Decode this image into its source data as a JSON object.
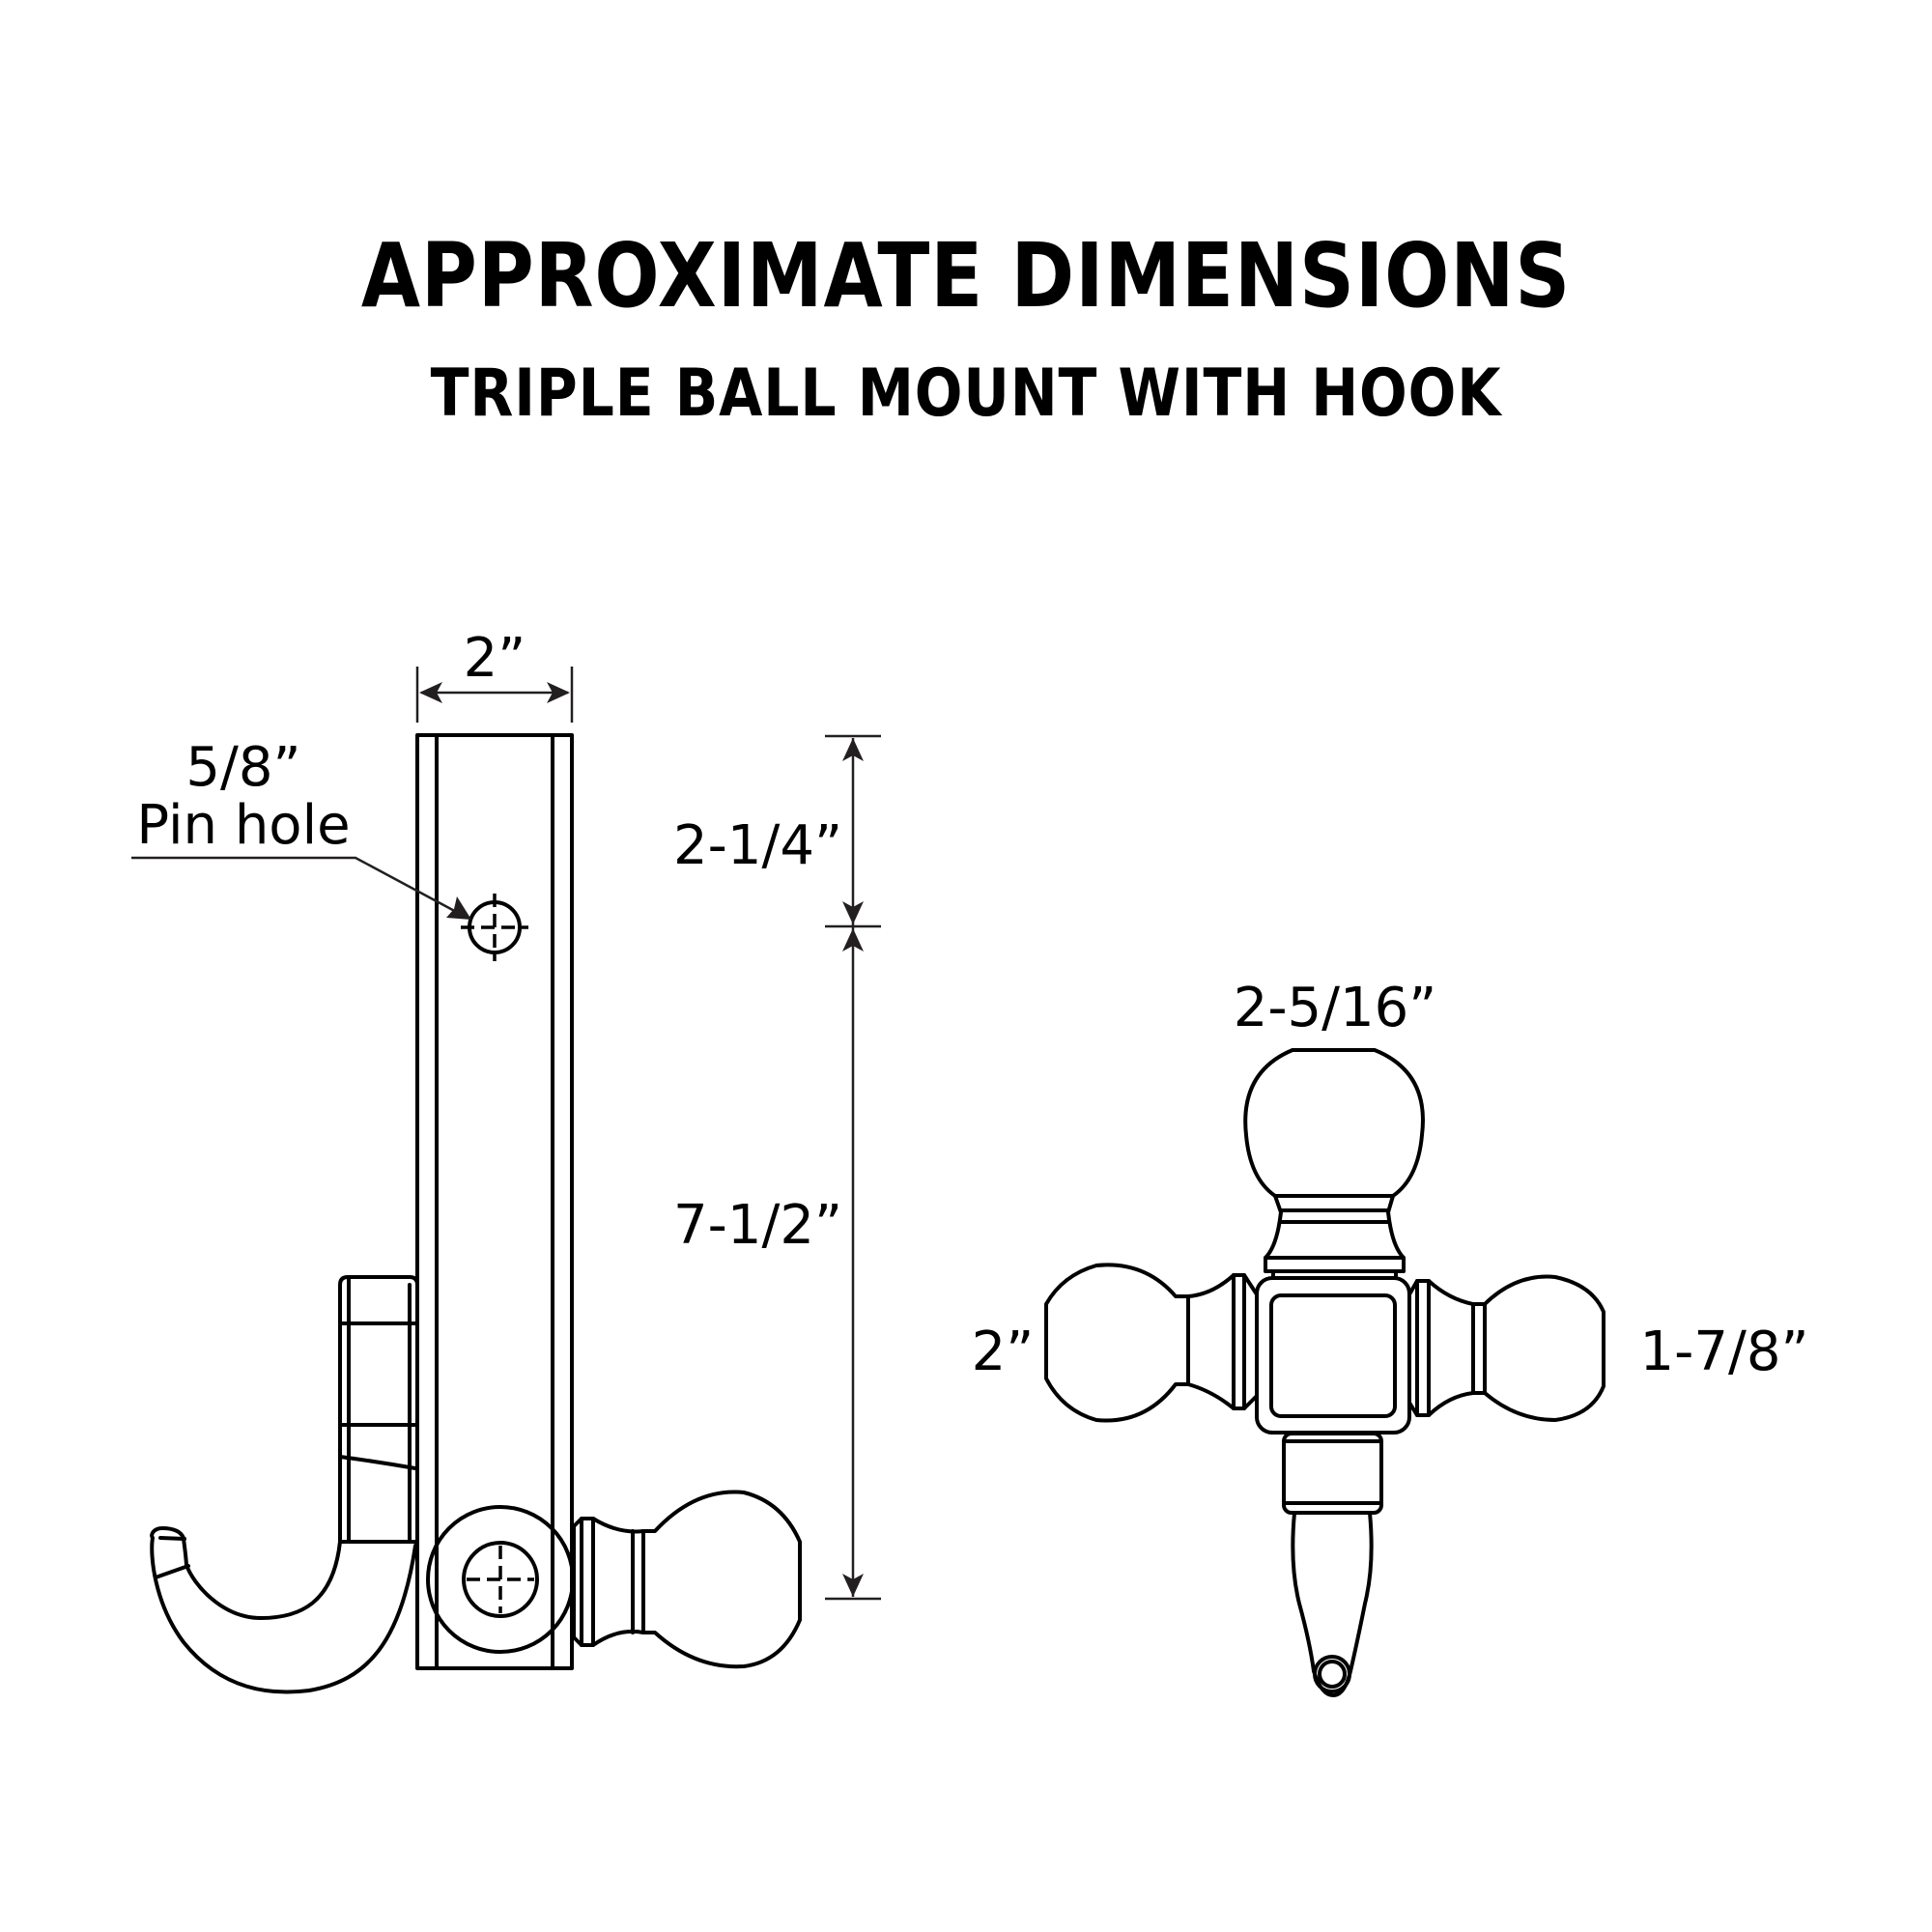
{
  "header": {
    "title": "APPROXIMATE DIMENSIONS",
    "subtitle": "TRIPLE BALL MOUNT WITH HOOK"
  },
  "side_view": {
    "shank_width_label": "2”",
    "pin_hole_size_label": "5/8”",
    "pin_hole_text": "Pin hole",
    "pin_to_top_label": "2-1/4”",
    "pin_to_bottom_label": "7-1/2”"
  },
  "front_view": {
    "top_ball_label": "2-5/16”",
    "left_ball_label": "2”",
    "right_ball_label": "1-7/8”"
  },
  "colors": {
    "line": "#000000",
    "dimension_line": "#231f20",
    "background": "#ffffff"
  }
}
